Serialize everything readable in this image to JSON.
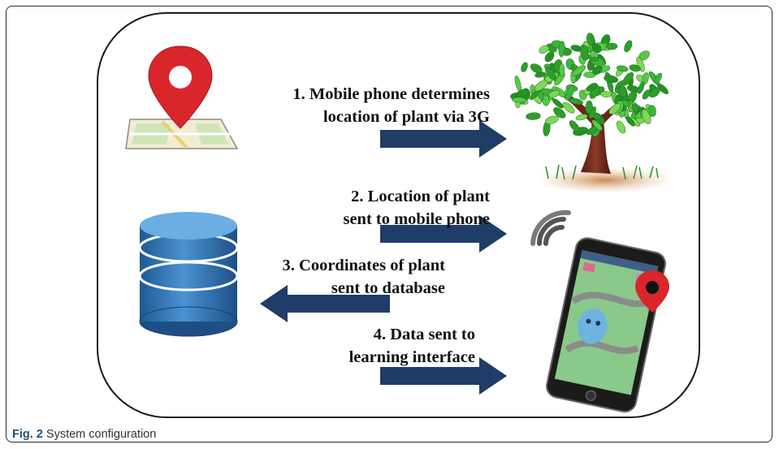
{
  "steps": [
    {
      "line1": "1. Mobile phone determines",
      "line2": "location of plant via 3G",
      "direction": "right"
    },
    {
      "line1": "2. Location of plant",
      "line2": "sent to mobile phone",
      "direction": "right"
    },
    {
      "line1": "3. Coordinates of plant",
      "line2": "sent to database",
      "direction": "left"
    },
    {
      "line1": "4. Data sent to",
      "line2": "learning interface",
      "direction": "right"
    }
  ],
  "icons": {
    "map": "map-pin-icon",
    "tree": "tree-icon",
    "database": "database-icon",
    "signal": "wifi-signal-icon",
    "phone": "smartphone-icon"
  },
  "colors": {
    "arrow": "#1f3d66",
    "pin": "#d9262b",
    "database": "#3a7fc1",
    "leaf": "#3cb43a",
    "caption_label": "#1f4f78"
  },
  "caption": {
    "label": "Fig. 2",
    "text": "System configuration"
  }
}
